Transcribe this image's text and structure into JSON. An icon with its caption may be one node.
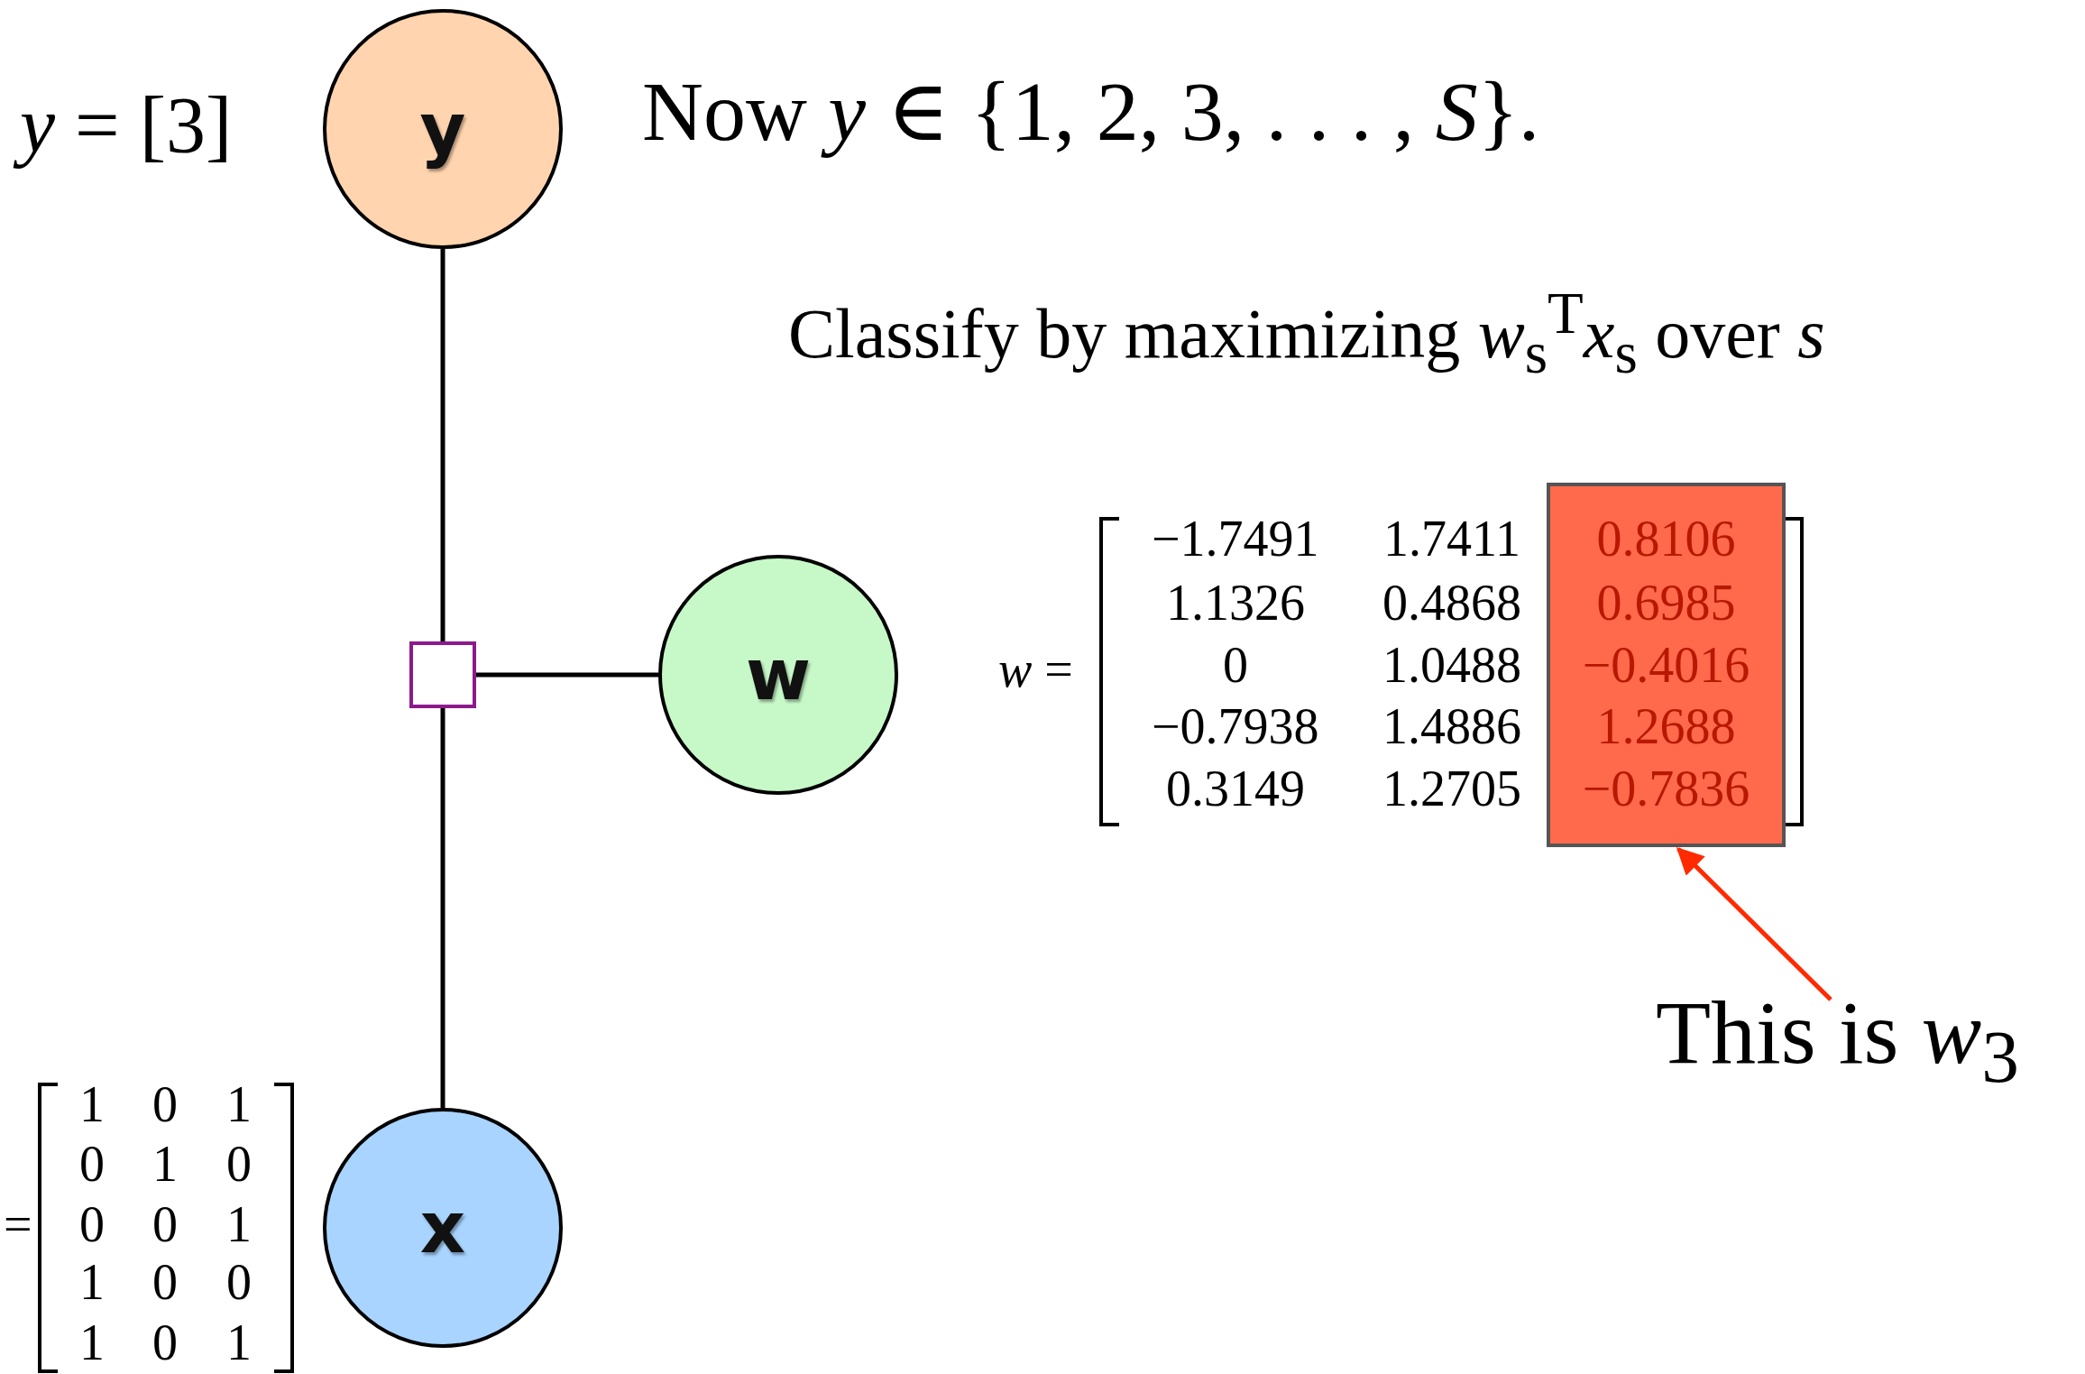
{
  "diagram": {
    "nodes": [
      {
        "text": [
          "y"
        ],
        "beside": [
          "*y* = [3]"
        ]
      },
      {
        "text": [
          "0.8106",
          "0.6985",
          "−0.4016",
          "1.2688",
          "−0.7836"
        ]
      },
      {
        "text": [],
        "shape": "box"
      },
      {
        "text": [
          "w"
        ]
      },
      {
        "text": [
          "This is *w*$_{3}$"
        ]
      },
      {
        "text": [
          "x"
        ]
      }
    ],
    "edges": [
      {
        "from": 0,
        "to": 2,
        "arrow": "none"
      },
      {
        "from": 2,
        "to": 3,
        "arrow": "none"
      },
      {
        "from": 2,
        "to": 5,
        "arrow": "none"
      },
      {
        "from": 4,
        "to": 1,
        "arrow": "to",
        "color": "#ff2a00"
      }
    ],
    "labels": [
      "Now *y* ∈ {1, 2, 3, . . . , *S*}.",
      "Classify by maximizing *w*$_{s}$$^{T}$*x*$_{s}$ over *s*",
      "*w* =",
      "−1.7491",
      "1.7411",
      "1.1326",
      "0.4868",
      "0",
      "1.0488",
      "−0.7938",
      "1.4886",
      "0.3149",
      "1.2705",
      "=",
      "1",
      "0",
      "1",
      "0",
      "1",
      "0",
      "0",
      "0",
      "1",
      "1",
      "0",
      "0",
      "1",
      "0",
      "1"
    ]
  }
}
